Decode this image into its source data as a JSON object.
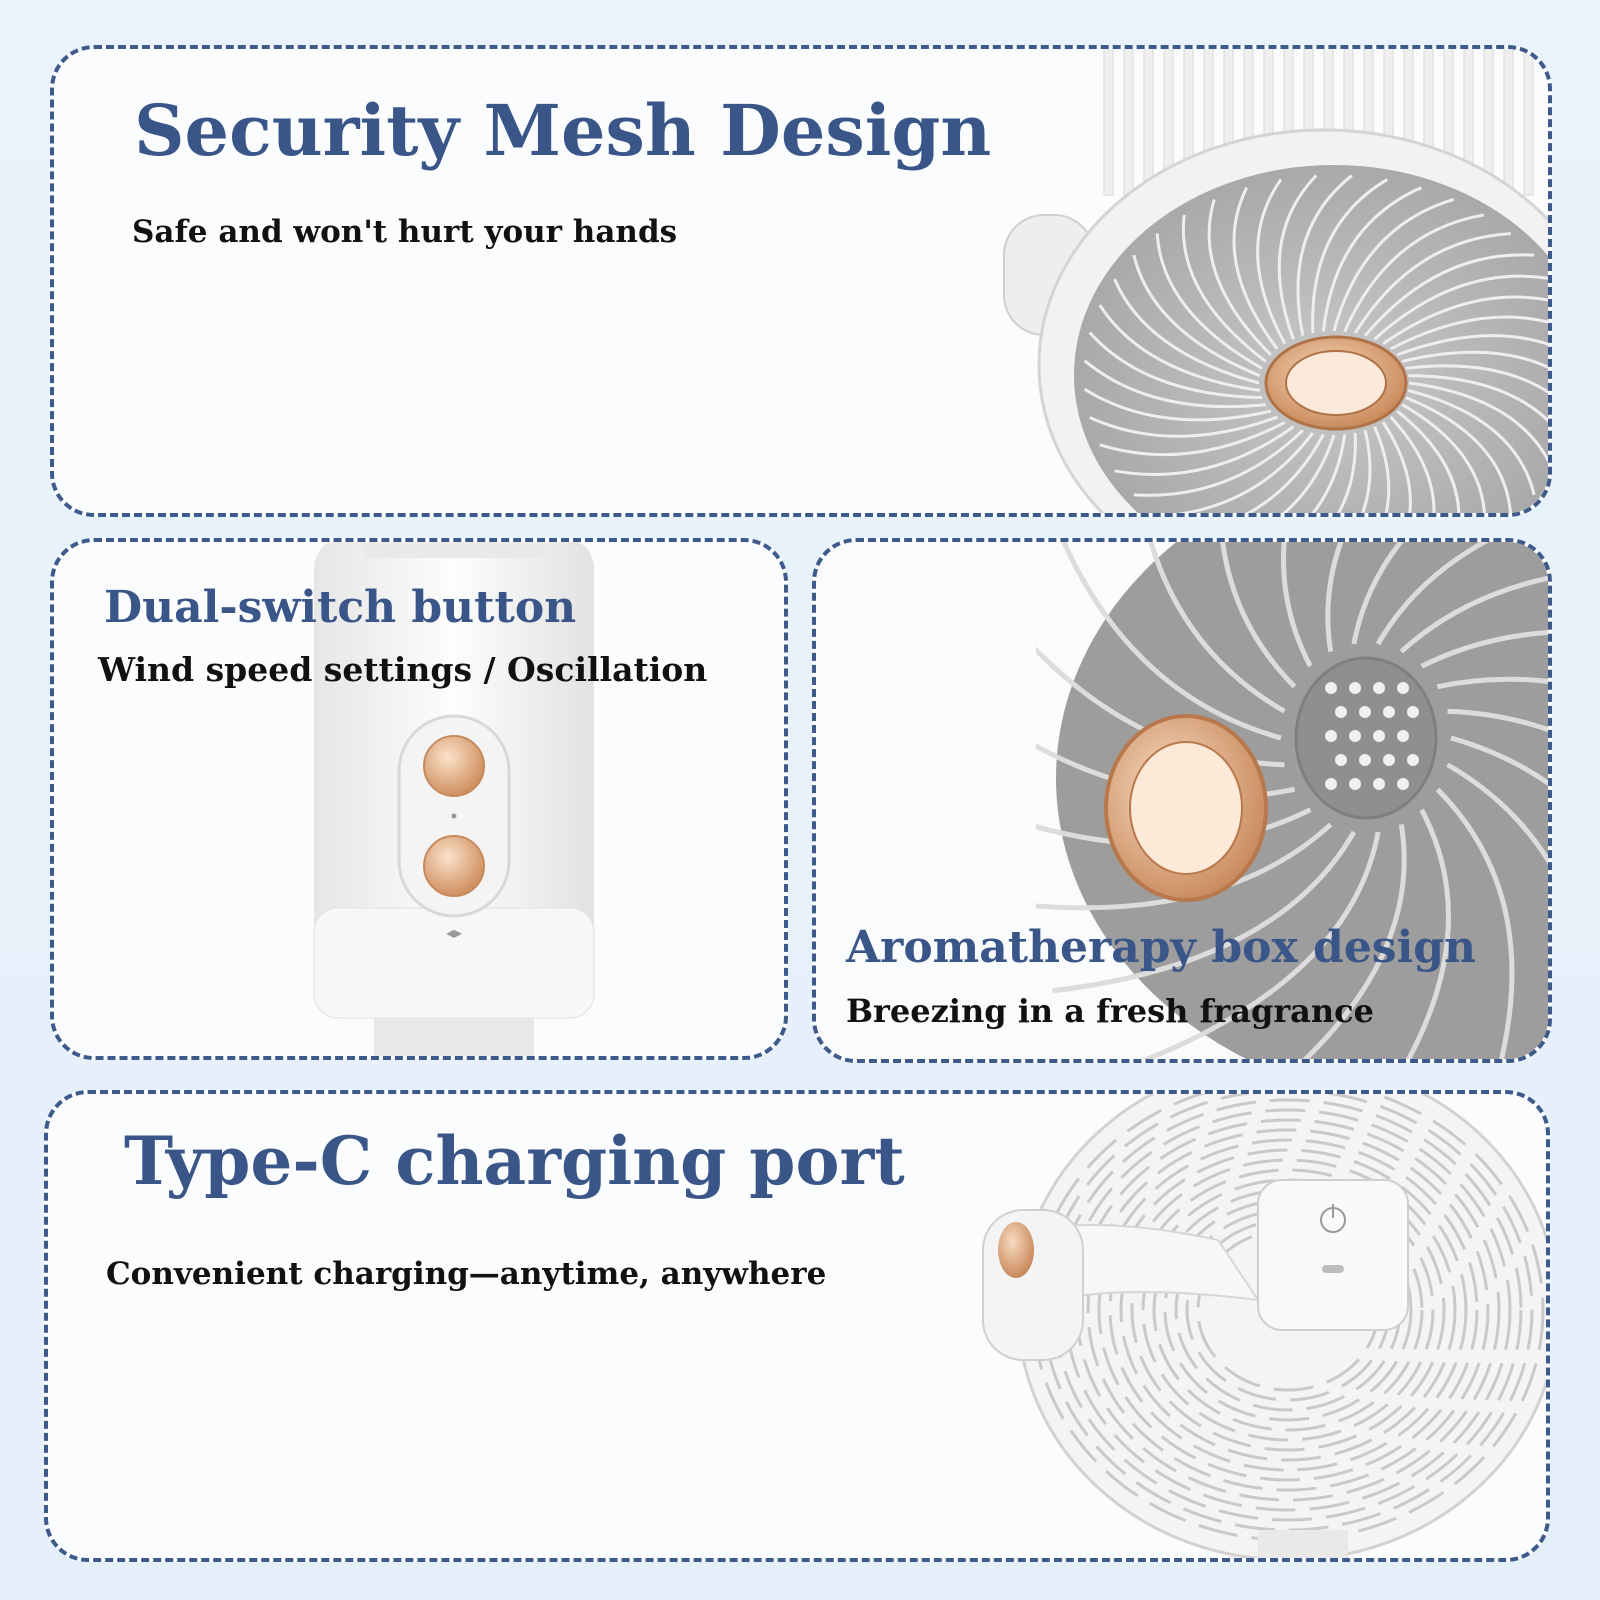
{
  "panels": {
    "security": {
      "title": "Security Mesh Design",
      "subtitle": "Safe and won't hurt your hands"
    },
    "dual_switch": {
      "title": "Dual-switch button",
      "subtitle": "Wind speed settings / Oscillation"
    },
    "aroma": {
      "title": "Aromatherapy box design",
      "subtitle": "Breezing in a fresh fragrance"
    },
    "typec": {
      "title": "Type-C charging port",
      "subtitle": "Convenient charging—anytime, anywhere"
    }
  },
  "colors": {
    "title": "#3a5688",
    "border": "#3d5a8a",
    "accent_copper": "#d7a27a",
    "fan_white": "#f4f4f4",
    "fan_grey": "#9a9a9a"
  },
  "icons": [
    "fan-grille-illustration",
    "dual-button-handle-illustration",
    "aroma-box-illustration",
    "fan-back-illustration",
    "power-icon",
    "usb-c-port-icon"
  ]
}
